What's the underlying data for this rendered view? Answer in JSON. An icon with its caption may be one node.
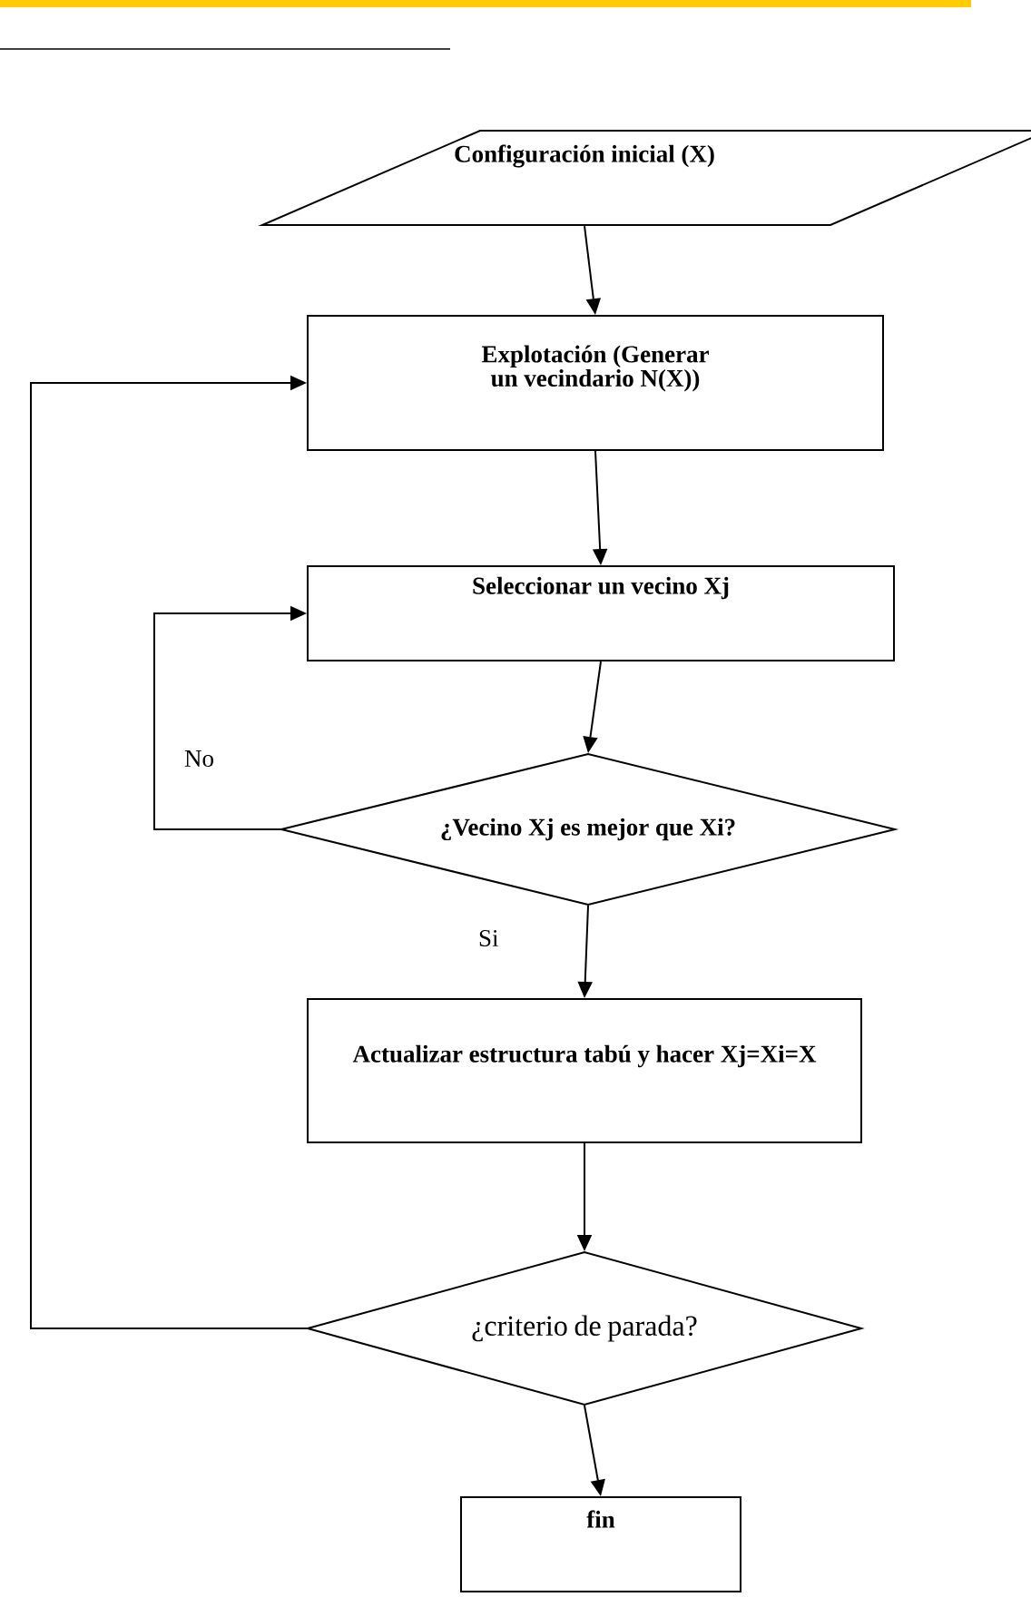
{
  "diagram": {
    "nodes": [
      {
        "text": [
          "Configuración inicial (X)"
        ]
      },
      {
        "text": [
          "Explotación (Generar un vecindario N(X))"
        ]
      },
      {
        "text": [
          "Seleccionar un vecino Xj"
        ]
      },
      {
        "text": [
          "¿Vecino Xj es mejor que Xi?"
        ]
      },
      {
        "text": [
          "Actualizar estructura tabú y hacer Xj=Xi=X"
        ]
      },
      {
        "text": [
          "¿criterio de parada?"
        ]
      },
      {
        "text": [
          "fin"
        ]
      }
    ],
    "edges": [
      {
        "from": 0,
        "to": 1,
        "arrow": "to"
      },
      {
        "from": 1,
        "to": 2,
        "arrow": "to"
      },
      {
        "from": 2,
        "to": 3,
        "arrow": "to"
      },
      {
        "from": 3,
        "to": 2,
        "arrow": "to",
        "label": "No"
      },
      {
        "from": 3,
        "to": 4,
        "arrow": "to",
        "label": "Si"
      },
      {
        "from": 4,
        "to": 5,
        "arrow": "to"
      },
      {
        "from": 5,
        "to": 1,
        "arrow": "to"
      },
      {
        "from": 5,
        "to": 6,
        "arrow": "to"
      }
    ]
  }
}
